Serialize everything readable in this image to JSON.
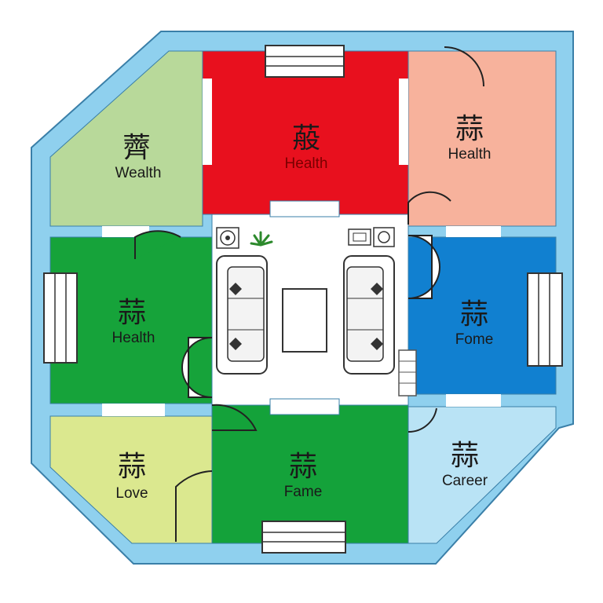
{
  "colors": {
    "wall": "#8fd0ee",
    "wall_edge": "#3a7fa8",
    "wealth": "#b8d99a",
    "health_top": "#e8101e",
    "health_top_right": "#f7b29c",
    "health_left": "#16a33a",
    "fome": "#1180d0",
    "love": "#dbe88f",
    "fame": "#14a23a",
    "career": "#b9e3f5",
    "living": "#ffffff"
  },
  "rooms": {
    "wealth": {
      "glyph": "薺",
      "label": "Wealth"
    },
    "health_top": {
      "glyph": "蒰",
      "label": "Health"
    },
    "health_top_right": {
      "glyph": "蒜",
      "label": "Health"
    },
    "health_left": {
      "glyph": "蒜",
      "label": "Health"
    },
    "fome": {
      "glyph": "蒜",
      "label": "Fome"
    },
    "love": {
      "glyph": "蒜",
      "label": "Love"
    },
    "fame": {
      "glyph": "蒜",
      "label": "Fame"
    },
    "career": {
      "glyph": "蒜",
      "label": "Career"
    }
  }
}
